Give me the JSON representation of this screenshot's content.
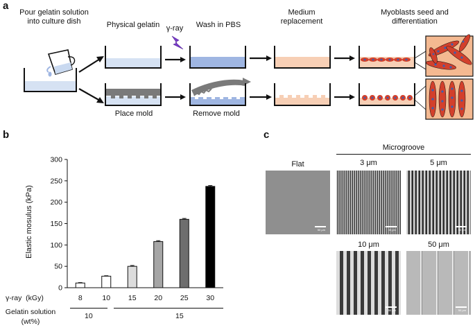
{
  "panel_a": {
    "letter": "a",
    "labels": {
      "pour": "Pour gelatin solution\ninto culture dish",
      "physical": "Physical gelatin",
      "gamma": "γ-ray",
      "wash": "Wash in PBS",
      "medium": "Medium\nreplacement",
      "myoblasts": "Myoblasts seed and\ndifferentiation",
      "place_mold": "Place mold",
      "remove_mold": "Remove mold"
    },
    "colors": {
      "gelatin_light": "#d6e2f3",
      "gelatin_irradiated": "#9fb6e2",
      "medium": "#f7cfb5",
      "mold": "#7a7a7a",
      "cell_red": "#d2402c",
      "nucleus_blue": "#3d5fb0",
      "zoom_bg": "#f4b991",
      "gamma_purple": "#7a3bc8"
    }
  },
  "panel_b": {
    "letter": "b",
    "table_labels": {
      "gamma": "γ-ray  (kGy)",
      "gelatin": "Gelatin solution\n(wt%)",
      "gelatin_10": "10",
      "gelatin_15": "15"
    }
  },
  "panel_c": {
    "letter": "c",
    "microgroove": "Microgroove",
    "images": {
      "flat": "Flat",
      "g3": "3 μm",
      "g5": "5 μm",
      "g10": "10 μm",
      "g50": "50 μm"
    },
    "scale": "50 μm"
  },
  "chart_data": {
    "type": "bar",
    "categories": [
      "8",
      "10",
      "15",
      "20",
      "25",
      "30"
    ],
    "values": [
      11,
      27,
      50,
      108,
      160,
      237
    ],
    "errors": [
      1,
      1,
      2,
      2,
      2,
      2
    ],
    "bar_colors": [
      "#ffffff",
      "#ffffff",
      "#dcdcdc",
      "#a6a6a6",
      "#6e6e6e",
      "#000000"
    ],
    "xlabel": "",
    "ylabel": "Elastic mosulus (kPa)",
    "ylim": [
      0,
      300
    ],
    "yticks": [
      "0",
      "50",
      "100",
      "150",
      "200",
      "250",
      "300"
    ],
    "grid": false
  }
}
